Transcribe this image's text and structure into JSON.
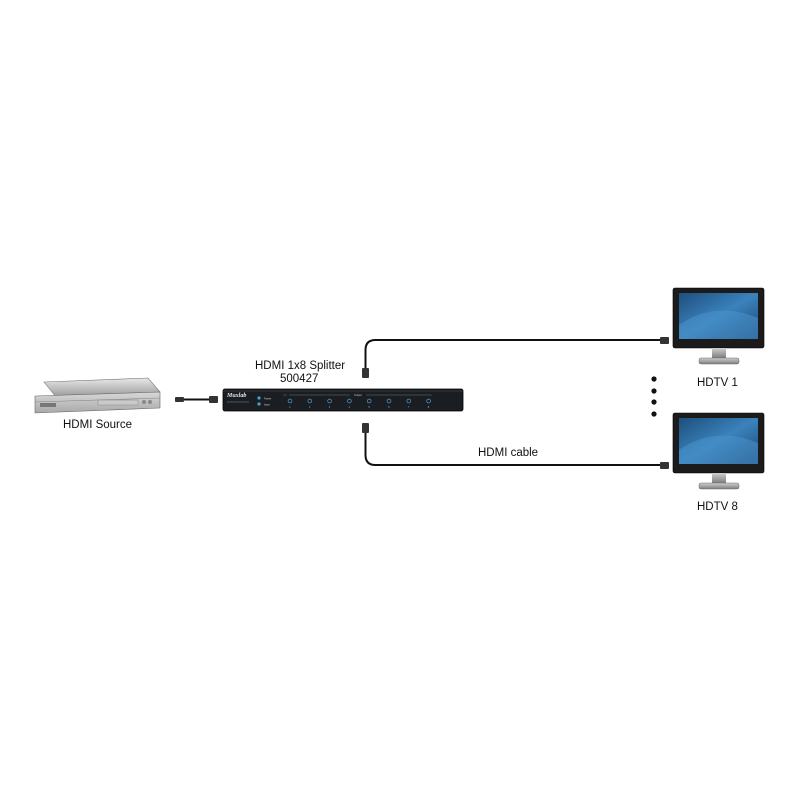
{
  "labels": {
    "source": "HDMI Source",
    "splitter_name": "HDMI 1x8 Splitter",
    "splitter_model": "500427",
    "hdtv_first": "HDTV 1",
    "hdtv_last": "HDTV 8",
    "cable": "HDMI cable"
  },
  "splitter_panel": {
    "brand": "Muxlab",
    "power_label": "Power",
    "input_label": "Input",
    "outputs_label": "Output",
    "output_ports": [
      "1",
      "2",
      "3",
      "4",
      "5",
      "6",
      "7",
      "8"
    ]
  },
  "colors": {
    "cable": "#111111",
    "splitter_body": "#1a1d22",
    "port_led": "#4a9fd8",
    "screen": "#2a6aa0"
  }
}
